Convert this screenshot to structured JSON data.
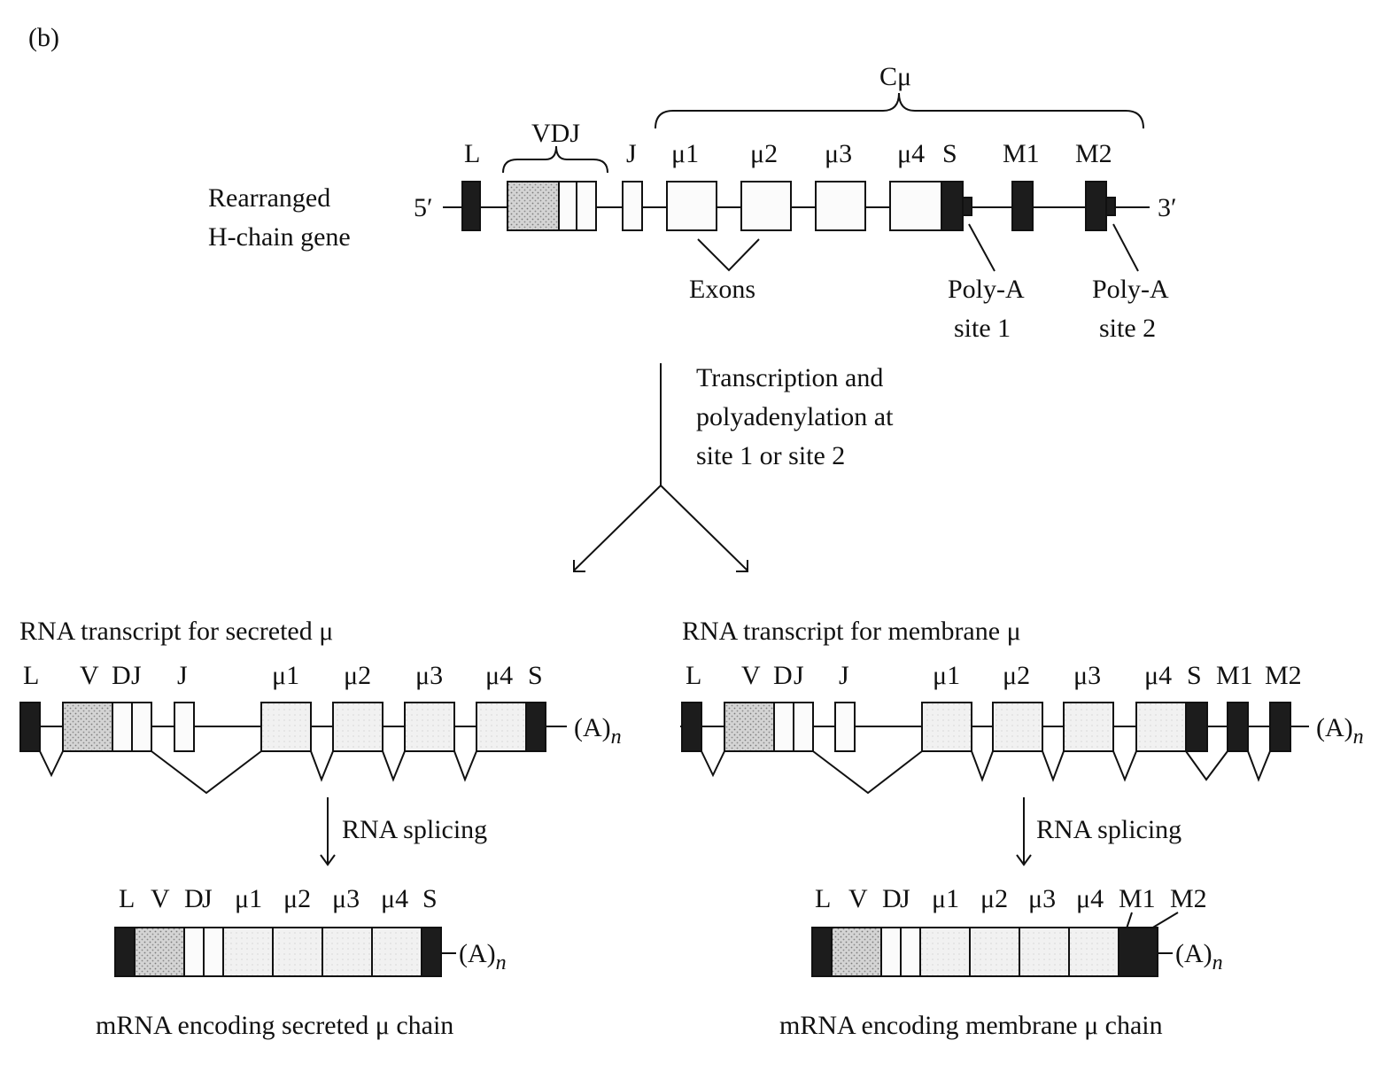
{
  "panel_label": "(b)",
  "gene": {
    "title_line1": "Rearranged",
    "title_line2": "H-chain gene",
    "five_prime": "5′",
    "three_prime": "3′",
    "c_mu": "Cμ",
    "vdj": "VDJ",
    "segments": [
      "L",
      "J",
      "μ1",
      "μ2",
      "μ3",
      "μ4",
      "S",
      "M1",
      "M2"
    ],
    "exons": "Exons",
    "polya1_line1": "Poly-A",
    "polya1_line2": "site 1",
    "polya2_line1": "Poly-A",
    "polya2_line2": "site 2"
  },
  "transcription": {
    "line1": "Transcription and",
    "line2": "polyadenylation at",
    "line3": "site 1 or site 2"
  },
  "secreted": {
    "title": "RNA transcript for secreted μ",
    "segments": [
      "L",
      "V",
      "D",
      "J",
      "J",
      "μ1",
      "μ2",
      "μ3",
      "μ4",
      "S"
    ],
    "poly_a": "(A)",
    "poly_a_sub": "n",
    "splicing": "RNA splicing",
    "mrna_segments": [
      "L",
      "V",
      "D",
      "J",
      "μ1",
      "μ2",
      "μ3",
      "μ4",
      "S"
    ],
    "caption": "mRNA encoding secreted μ chain"
  },
  "membrane": {
    "title": "RNA transcript for membrane μ",
    "segments": [
      "L",
      "V",
      "D",
      "J",
      "J",
      "μ1",
      "μ2",
      "μ3",
      "μ4",
      "S",
      "M1",
      "M2"
    ],
    "poly_a": "(A)",
    "poly_a_sub": "n",
    "splicing": "RNA splicing",
    "mrna_segments": [
      "L",
      "V",
      "D",
      "J",
      "μ1",
      "μ2",
      "μ3",
      "μ4",
      "M1",
      "M2"
    ],
    "caption": "mRNA encoding membrane μ chain"
  }
}
